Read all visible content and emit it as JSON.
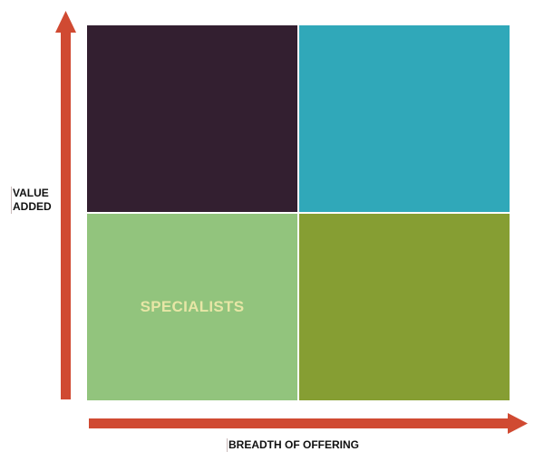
{
  "axes": {
    "y_label_line1": "VALUE",
    "y_label_line2": "ADDED",
    "x_label": "BREADTH OF OFFERING"
  },
  "quadrants": {
    "top_left": {
      "label": "",
      "color": "#331f30"
    },
    "top_right": {
      "label": "",
      "color": "#30a8b9"
    },
    "bottom_left": {
      "label": "SPECIALISTS",
      "color": "#92c47d"
    },
    "bottom_right": {
      "label": "",
      "color": "#869e33"
    }
  },
  "colors": {
    "arrow": "#d04a32",
    "label_on_green": "#e7e6a6"
  }
}
